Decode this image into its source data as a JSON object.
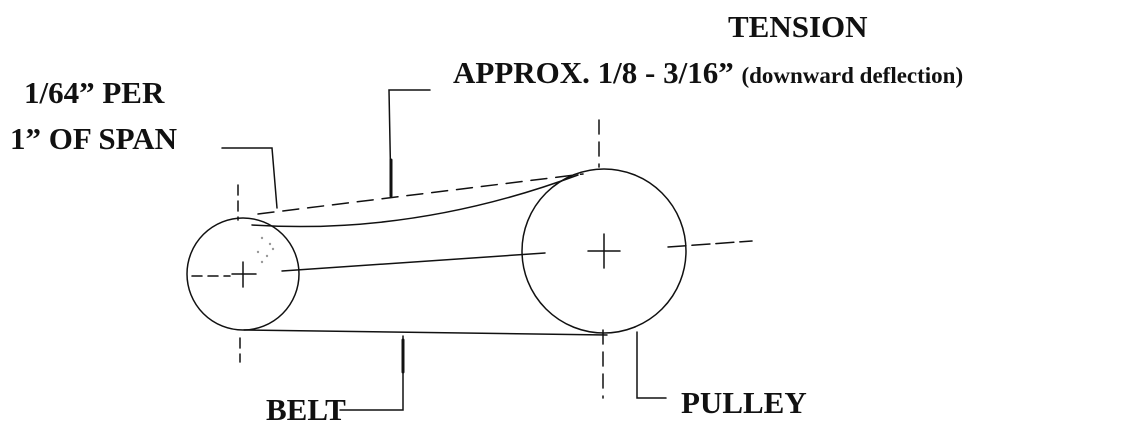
{
  "labels": {
    "tension_title": "TENSION",
    "tension_approx": "APPROX. 1/8 - 3/16”",
    "tension_note": "(downward deflection)",
    "span_line1": "1/64” PER",
    "span_line2": "1” OF SPAN",
    "belt": "BELT",
    "pulley": "PULLEY"
  },
  "colors": {
    "ink": "#111111",
    "background": "#ffffff"
  }
}
